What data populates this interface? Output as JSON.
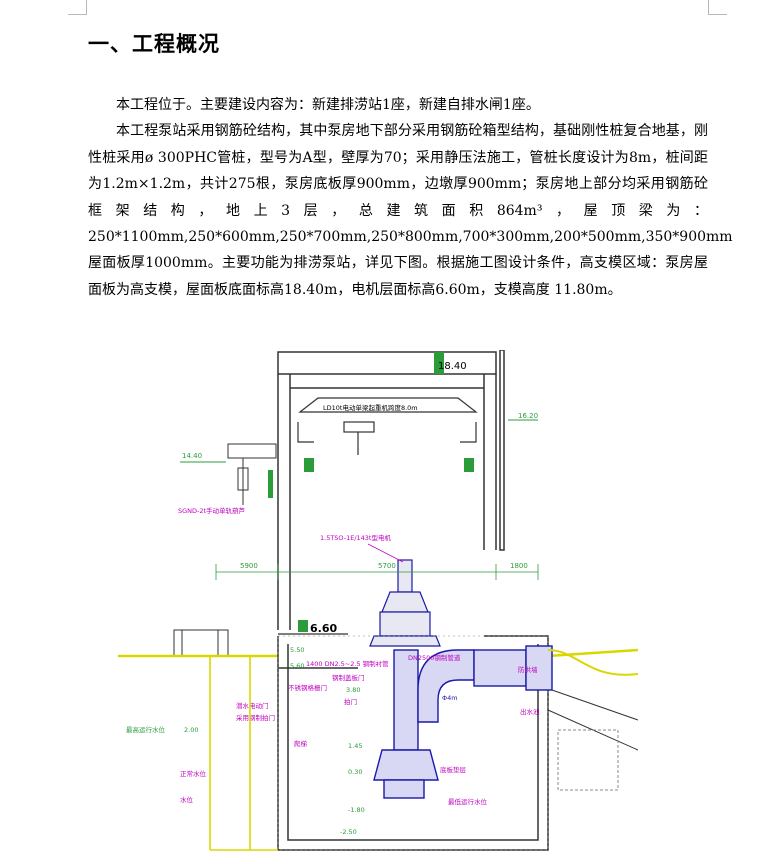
{
  "heading": "一、工程概况",
  "paragraphs": [
    "本工程位于。主要建设内容为：新建排涝站1座，新建自排水闸1座。",
    "本工程泵站采用钢筋砼结构，其中泵房地下部分采用钢筋砼箱型结构，基础刚性桩复合地基，刚性桩采用ø 300PHC管桩，型号为A型，壁厚为70；采用静压法施工，管桩长度设计为8m，桩间距为1.2m×1.2m，共计275根，泵房底板厚900mm，边墩厚900mm；泵房地上部分均采用钢筋砼框架结构，地上3层，总建筑面积864m³，屋顶梁为：250*1100mm,250*600mm,250*700mm,250*800mm,700*300mm,200*500mm,350*900mm 屋面板厚1000mm。主要功能为排涝泵站，详见下图。根据施工图设计条件，高支模区域：泵房屋面板为高支模，屋面板底面标高18.40m，电机层面标高6.60m，支模高度 11.80m。"
  ],
  "drawing": {
    "elev_roof": "18.40",
    "elev_motor": "6.60",
    "crane_label": "LD10t电动单梁起重机跨度8.0m",
    "elev_right_top": "16.20",
    "elev_left_mid": "14.40",
    "hoist_label": "SGND-2t手动单轨葫芦",
    "pump_label": "1.5TSO-1E/143t型电机",
    "dim_left": "5900",
    "dim_mid": "5700",
    "dim_right": "1800",
    "elev_550": "5.50",
    "elev_560": "5.60",
    "pipe_label": "1400 DN2.5~2.5 钢制衬管",
    "elev_380": "3.80",
    "hatch_label": "DN2500钢制管道",
    "steel_door": "钢制盖板门",
    "safety_door": "不锈钢格栅门",
    "valve_label": "拍门",
    "slide_gate": "潜水电动门",
    "pipe_support": "采用钢制拍门",
    "ladder_label": "爬梯",
    "elev_145": "1.45",
    "elev_030": "0.30",
    "elev_n180": "-1.80",
    "elev_n250": "-2.50",
    "water_level": "最高运行水位",
    "elev_200": "2.00",
    "normal_level": "正常水位",
    "min_level": "水位",
    "bottom_label": "最低运行水位",
    "base_label": "底板垫层",
    "right_label_1": "防洪墙",
    "right_label_2": "出水池",
    "pipe_dia": "Φ4m"
  }
}
